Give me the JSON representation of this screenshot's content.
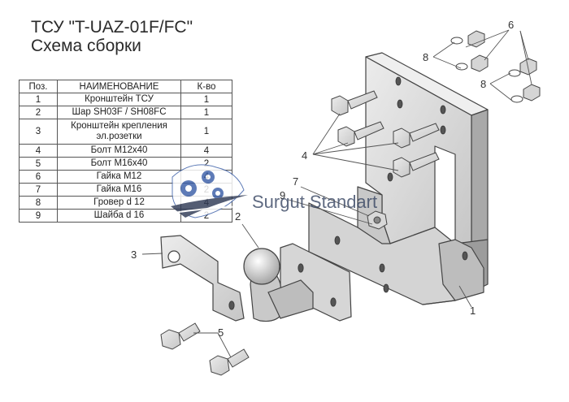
{
  "header": {
    "title": "ТСУ \"T-UAZ-01F/FC\"",
    "subtitle": "Схема сборки"
  },
  "parts_table": {
    "columns": [
      "Поз.",
      "НАИМЕНОВАНИЕ",
      "К-во"
    ],
    "rows": [
      {
        "pos": "1",
        "name": "Кронштейн ТСУ",
        "qty": "1"
      },
      {
        "pos": "2",
        "name": "Шар SH03F / SH08FC",
        "qty": "1"
      },
      {
        "pos": "3",
        "name": "Кронштейн крепления эл.розетки",
        "qty": "1"
      },
      {
        "pos": "4",
        "name": "Болт М12х40",
        "qty": "4"
      },
      {
        "pos": "5",
        "name": "Болт М16х40",
        "qty": "2"
      },
      {
        "pos": "6",
        "name": "Гайка М12",
        "qty": "4"
      },
      {
        "pos": "7",
        "name": "Гайка М16",
        "qty": "2"
      },
      {
        "pos": "8",
        "name": "Гровер d 12",
        "qty": "4"
      },
      {
        "pos": "9",
        "name": "Шайба d 16",
        "qty": "2"
      }
    ]
  },
  "callouts": {
    "c1": "1",
    "c2": "2",
    "c3": "3",
    "c4": "4",
    "c5": "5",
    "c6": "6",
    "c7": "7",
    "c8a": "8",
    "c8b": "8",
    "c9": "9"
  },
  "watermark": {
    "text": "Surgut Standart"
  },
  "colors": {
    "steel": "#dcdcdc",
    "steel_dark": "#a9a9a9",
    "outline": "#444444",
    "watermark_blue": "#3b5fa8"
  }
}
